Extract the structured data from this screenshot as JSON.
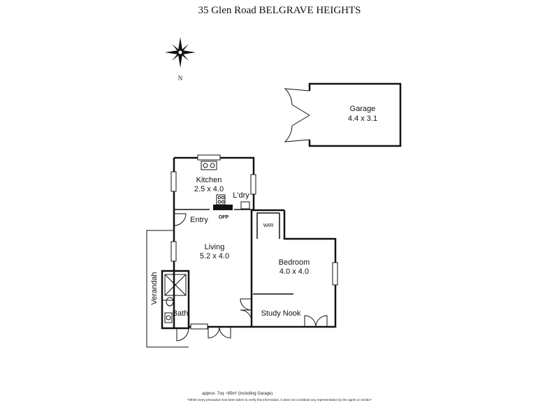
{
  "title": "35 Glen Road BELGRAVE HEIGHTS",
  "compass": {
    "north_label": "N",
    "icon": "compass-rose-icon"
  },
  "rooms": {
    "garage": {
      "name": "Garage",
      "size": "4.4 x 3.1"
    },
    "kitchen": {
      "name": "Kitchen",
      "size": "2.5 x 4.0"
    },
    "laundry": {
      "name": "L'dry"
    },
    "ofp": {
      "name": "OFP"
    },
    "entry": {
      "name": "Entry"
    },
    "living": {
      "name": "Living",
      "size": "5.2 x 4.0"
    },
    "wir": {
      "name": "WIR"
    },
    "bedroom": {
      "name": "Bedroom",
      "size": "4.0 x 4.0"
    },
    "verandah": {
      "name": "Verandah"
    },
    "bath": {
      "name": "Bath"
    },
    "study": {
      "name": "Study Nook"
    }
  },
  "footer": {
    "area": "approx. 7sq ~65m²  (including Garage)",
    "disclaimer": "*While every precaution has been taken to verify this information, it does not constitute any representation by the agent or vendor*"
  }
}
